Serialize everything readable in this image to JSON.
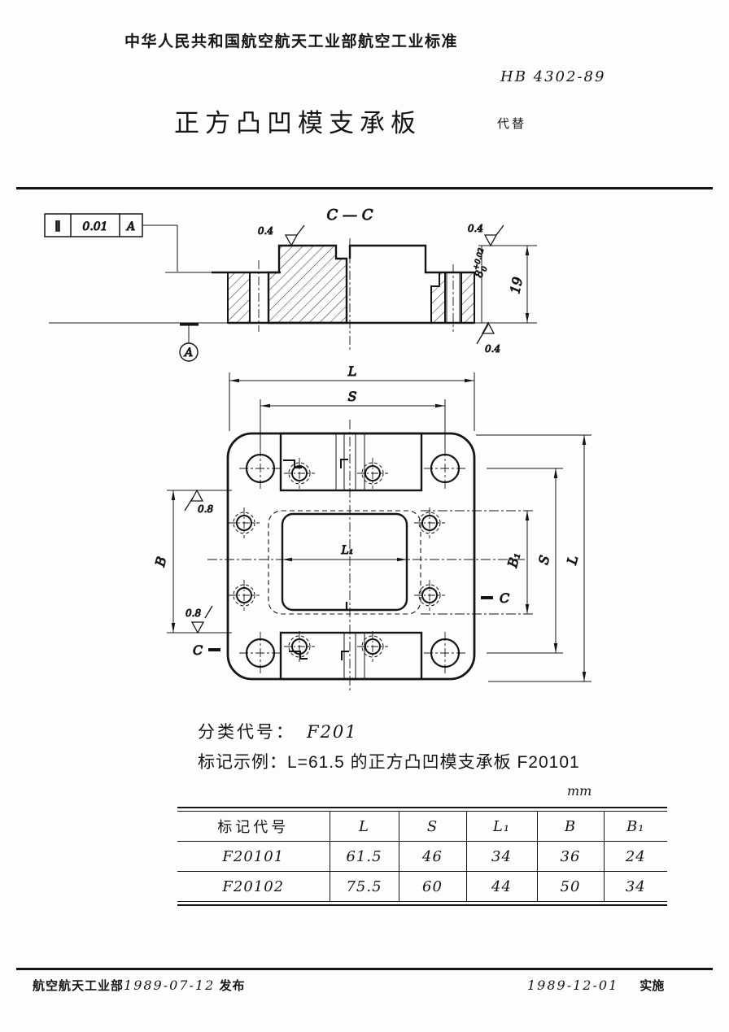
{
  "header": {
    "standard_name": "中华人民共和国航空航天工业部航空工业标准",
    "standard_no": "HB 4302-89",
    "title": "正方凸凹模支承板",
    "supersedes": "代替"
  },
  "drawing": {
    "section_title": "C — C",
    "tolerance_frame": {
      "symbol": "∥",
      "value": "0.01",
      "datum": "A"
    },
    "datum_label": "A",
    "roughness_04": "0.4",
    "roughness_08": "0.8",
    "dim_19": "19",
    "dim_8": "8",
    "dim_8_upper": "+0.02",
    "dim_8_lower": "0",
    "dim_L": "L",
    "dim_S": "S",
    "dim_L1": "L₁",
    "dim_B": "B",
    "dim_B1": "B₁",
    "section_mark": "C"
  },
  "notes": {
    "class_label": "分类代号：",
    "class_code": "F201",
    "example_label": "标记示例：",
    "example_value": "L=61.5 的正方凸凹模支承板  F20101"
  },
  "table": {
    "unit": "mm",
    "headers": [
      "标记代号",
      "L",
      "S",
      "L₁",
      "B",
      "B₁"
    ],
    "rows": [
      {
        "cells": [
          "F20101",
          "61.5",
          "46",
          "34",
          "36",
          "24"
        ]
      },
      {
        "cells": [
          "F20102",
          "75.5",
          "60",
          "44",
          "50",
          "34"
        ]
      }
    ]
  },
  "footer": {
    "issuer": "航空航天工业部",
    "issue_date": "1989-07-12",
    "issue_action": "发布",
    "impl_date": "1989-12-01",
    "impl_action": "实施"
  }
}
